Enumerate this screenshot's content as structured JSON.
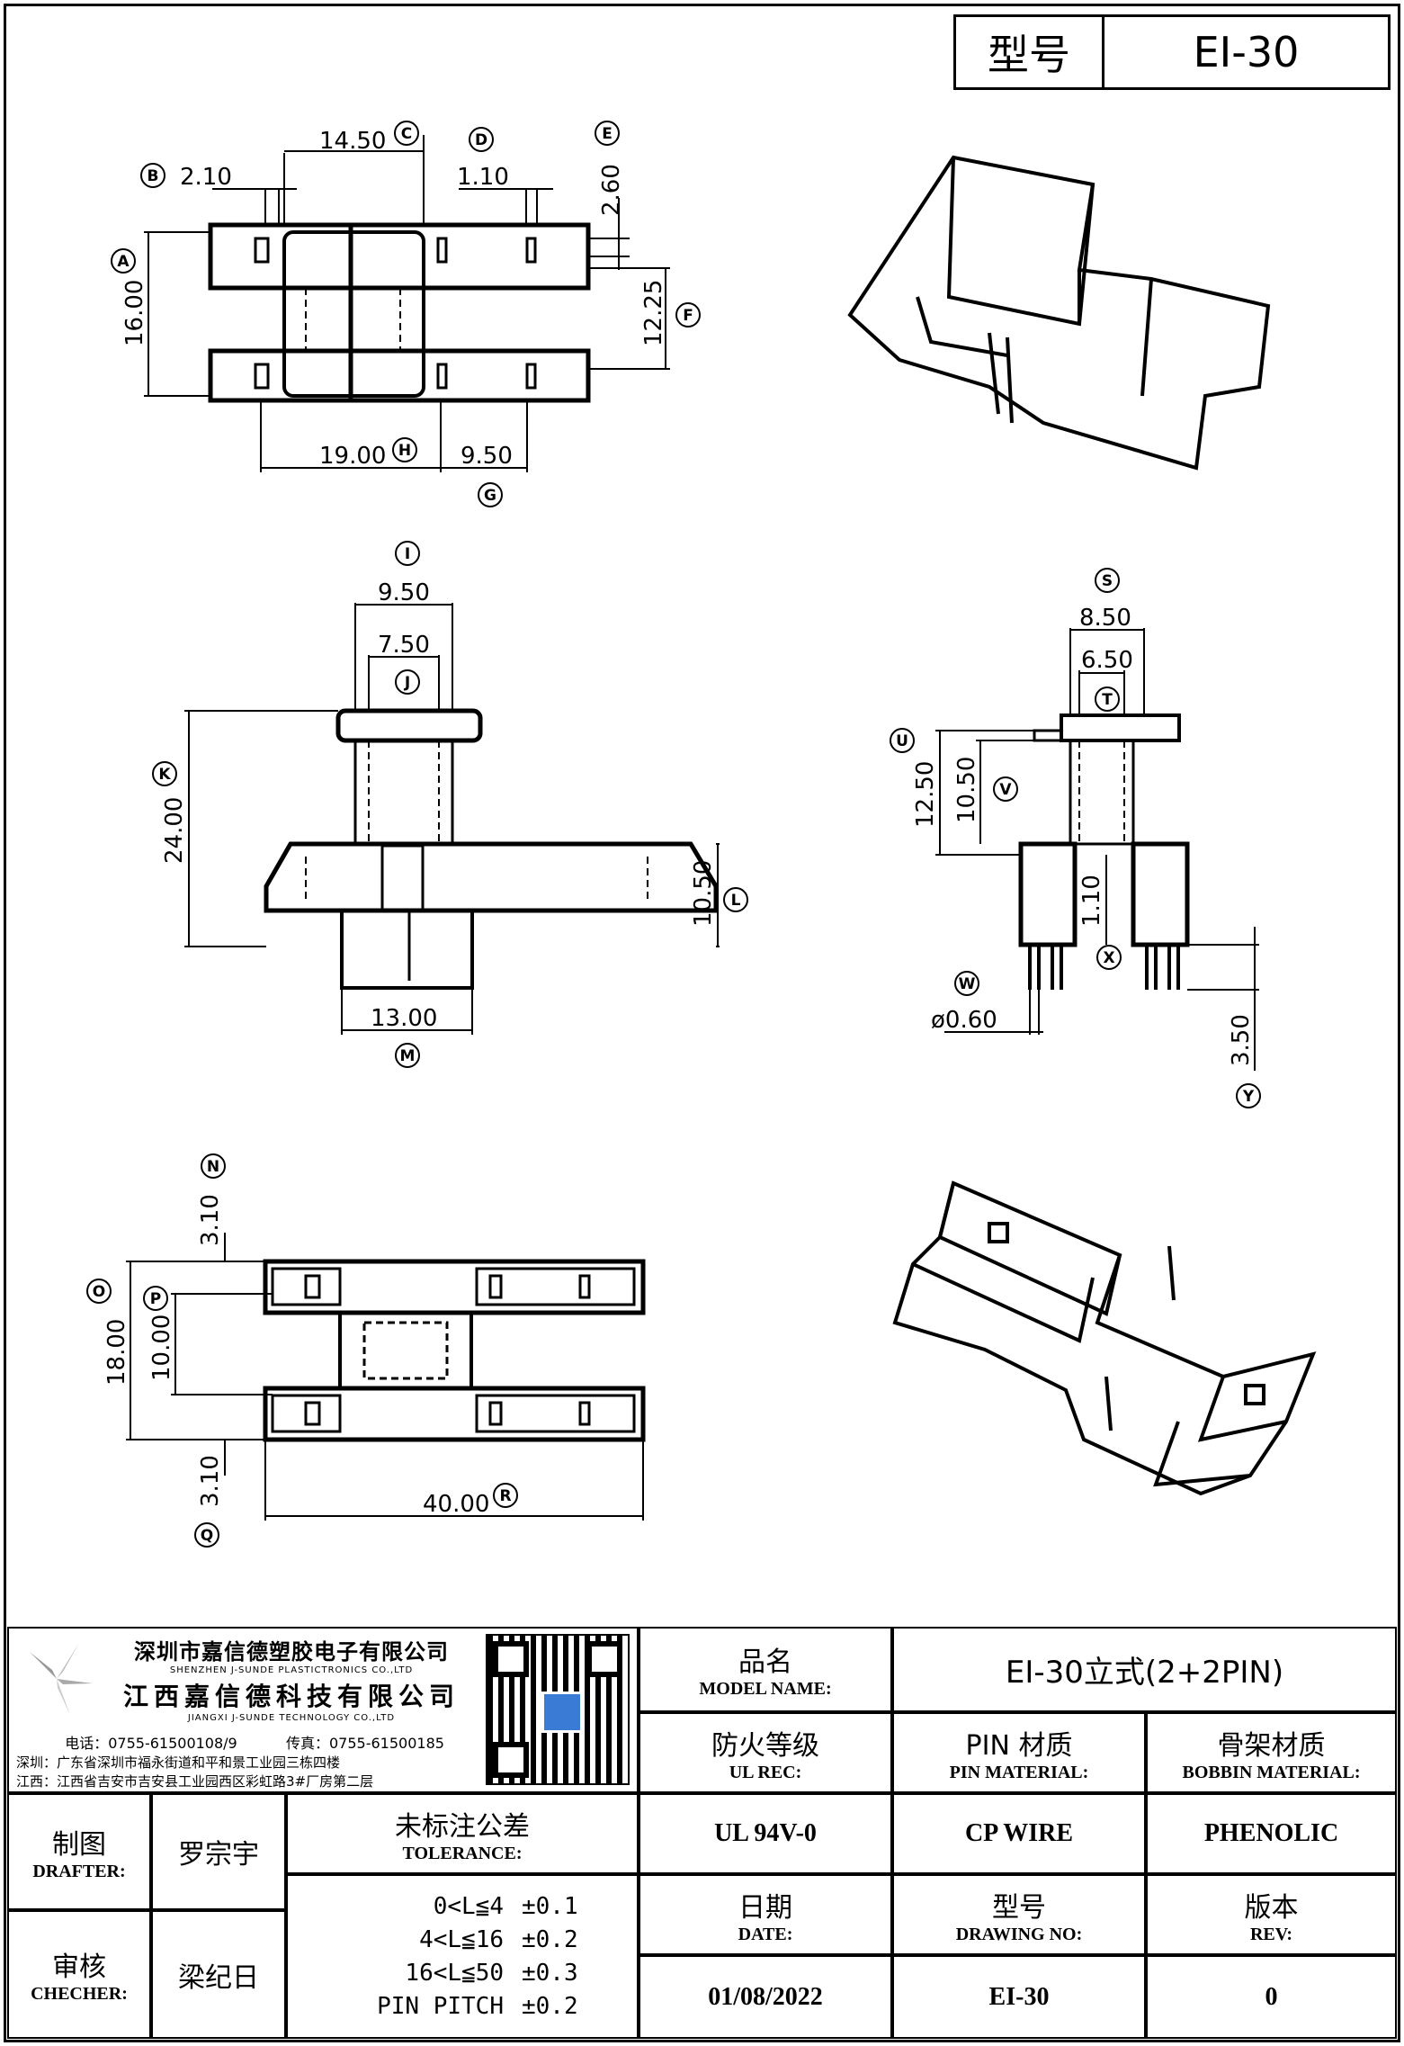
{
  "header": {
    "type_label": "型号",
    "type_value": "EI-30"
  },
  "dims": {
    "d_14_50": "14.50",
    "d_2_10": "2.10",
    "d_1_10a": "1.10",
    "d_2_60": "2.60",
    "d_16_00": "16.00",
    "d_12_25": "12.25",
    "d_19_00": "19.00",
    "d_9_50a": "9.50",
    "d_9_50b": "9.50",
    "d_7_50": "7.50",
    "d_24_00": "24.00",
    "d_10_50a": "10.50",
    "d_13_00": "13.00",
    "d_8_50": "8.50",
    "d_6_50": "6.50",
    "d_12_50": "12.50",
    "d_10_50b": "10.50",
    "d_1_10b": "1.10",
    "d_0_60": "ø0.60",
    "d_3_50": "3.50",
    "d_3_10a": "3.10",
    "d_18_00": "18.00",
    "d_10_00": "10.00",
    "d_3_10b": "3.10",
    "d_40_00": "40.00"
  },
  "labels": {
    "A": "A",
    "B": "B",
    "C": "C",
    "D": "D",
    "E": "E",
    "F": "F",
    "G": "G",
    "H": "H",
    "I": "I",
    "J": "J",
    "K": "K",
    "L": "L",
    "M": "M",
    "N": "N",
    "O": "O",
    "P": "P",
    "Q": "Q",
    "R": "R",
    "S": "S",
    "T": "T",
    "U": "U",
    "V": "V",
    "W": "W",
    "X": "X",
    "Y": "Y"
  },
  "company": {
    "name_sz_cn": "深圳市嘉信德塑胶电子有限公司",
    "name_sz_en": "SHENZHEN J-SUNDE PLASTICTRONICS CO.,LTD",
    "name_jx_cn": "江西嘉信德科技有限公司",
    "name_jx_en": "JIANGXI J-SUNDE TECHNOLOGY CO.,LTD",
    "tel": "电话：0755-61500108/9",
    "fax": "传真：0755-61500185",
    "addr_sz": "深圳：广东省深圳市福永街道和平和景工业园三栋四楼",
    "addr_jx": "江西：江西省吉安市吉安县工业园西区彩虹路3#厂房第二层"
  },
  "title_block": {
    "model_name_cn": "品名",
    "model_name_en": "MODEL NAME:",
    "model_name_value": "EI-30立式(2+2PIN)",
    "ul_cn": "防火等级",
    "ul_en": "UL REC:",
    "ul_value": "UL 94V-0",
    "pin_cn": "PIN 材质",
    "pin_en": "PIN MATERIAL:",
    "pin_value": "CP WIRE",
    "bobbin_cn": "骨架材质",
    "bobbin_en": "BOBBIN MATERIAL:",
    "bobbin_value": "PHENOLIC",
    "drafter_cn": "制图",
    "drafter_en": "DRAFTER:",
    "drafter_value": "罗宗宇",
    "checker_cn": "审核",
    "checker_en": "CHECHER:",
    "checker_value": "梁纪日",
    "tol_cn": "未标注公差",
    "tol_en": "TOLERANCE:",
    "tolerances": [
      {
        "range": "0<L≦4",
        "tol": "±0.1"
      },
      {
        "range": "4<L≦16",
        "tol": "±0.2"
      },
      {
        "range": "16<L≦50",
        "tol": "±0.3"
      },
      {
        "range": "PIN PITCH",
        "tol": "±0.2"
      }
    ],
    "date_cn": "日期",
    "date_en": "DATE:",
    "date_value": "01/08/2022",
    "dwg_cn": "型号",
    "dwg_en": "DRAWING NO:",
    "dwg_value": "EI-30",
    "rev_cn": "版本",
    "rev_en": "REV:",
    "rev_value": "0"
  }
}
